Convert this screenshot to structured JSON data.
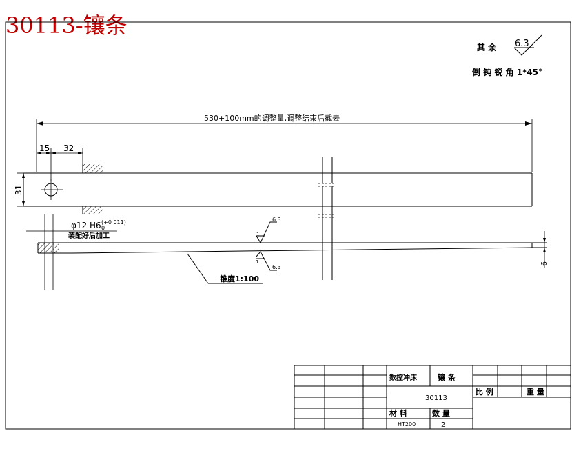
{
  "page_title": "30113-镶条",
  "notes": {
    "roughness_prefix": "其 余",
    "roughness_value": "6.3",
    "chamfer_note": "倒 钝 锐 角 1*45°"
  },
  "dimensions": {
    "overall_length": "530+100mm的调整量,调整结束后截去",
    "dim_15": "15",
    "dim_32": "32",
    "dim_31": "31",
    "dim_6": "6",
    "hole_spec_main": "φ12 H6",
    "hole_spec_tol": "(+0  011)",
    "hole_spec_tol_sub": "0",
    "hole_note": "装配好后加工",
    "taper": "锥度1:100",
    "surf_top": "6.3",
    "surf_bottom": "6.3",
    "surf_small_a": "1",
    "surf_small_b": "1"
  },
  "title_block": {
    "machine": "数控冲床",
    "part_name": "镶  条",
    "drawing_no": "30113",
    "scale_label": "比 例",
    "weight_label": "重 量",
    "material_label": "材    料",
    "quantity_label": "数  量",
    "material": "HT200",
    "quantity": "2"
  }
}
